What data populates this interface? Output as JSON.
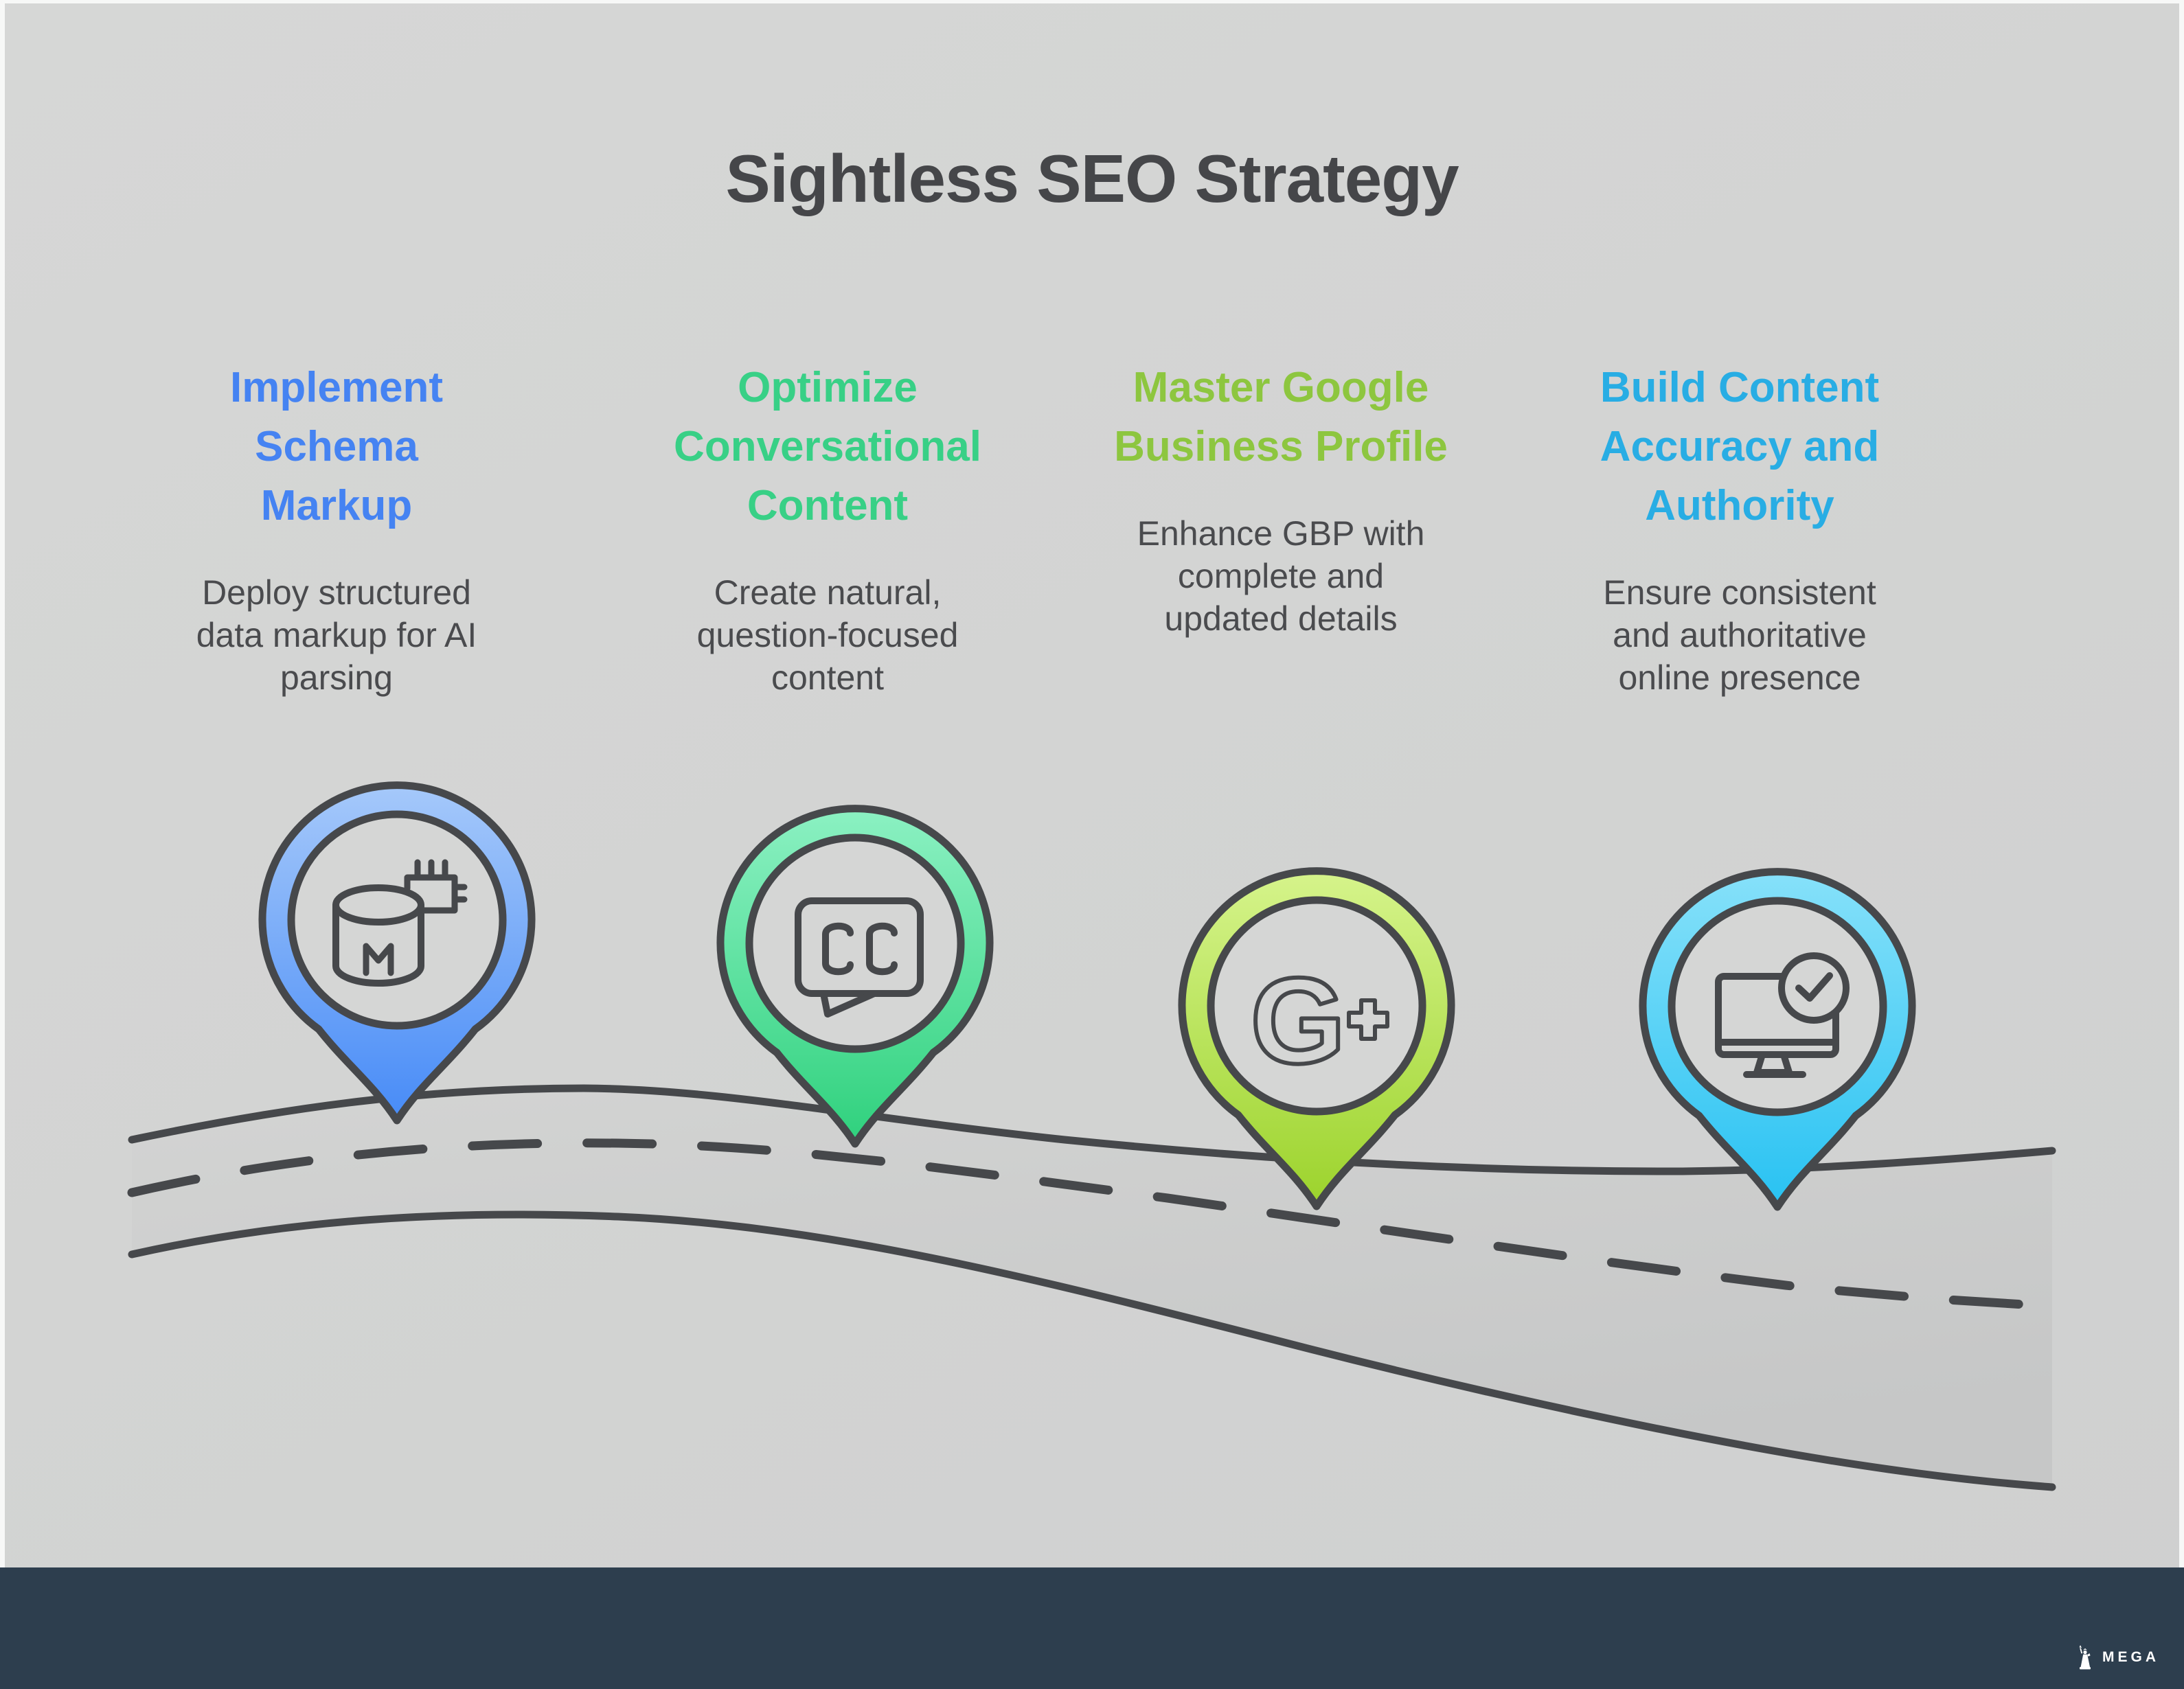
{
  "title": "Sightless SEO Strategy",
  "steps": [
    {
      "heading": "Implement Schema Markup",
      "description": "Deploy structured data markup for AI parsing",
      "accent": "#4583f2",
      "pin_gradient": {
        "top": "#a9cbfa",
        "bottom": "#478bf7"
      },
      "icon": "database-schema-icon",
      "icon_text": "M"
    },
    {
      "heading": "Optimize Conversational Content",
      "description": "Create natural, question-focused content",
      "accent": "#38d086",
      "pin_gradient": {
        "top": "#8ff2c5",
        "bottom": "#2fd17d"
      },
      "icon": "closed-captions-icon",
      "icon_text": "CC"
    },
    {
      "heading": "Master Google Business Profile",
      "description": "Enhance GBP with complete and updated details",
      "accent": "#8dc63f",
      "pin_gradient": {
        "top": "#d8f58f",
        "bottom": "#9cd32c"
      },
      "icon": "google-plus-icon",
      "icon_text": "G"
    },
    {
      "heading": "Build Content Accuracy and Authority",
      "description": "Ensure consistent and authoritative online presence",
      "accent": "#28ade4",
      "pin_gradient": {
        "top": "#8ae2fa",
        "bottom": "#28c2f2"
      },
      "icon": "monitor-check-icon",
      "icon_text": ""
    }
  ],
  "footer": {
    "brand": "MEGA"
  },
  "colors": {
    "background": "#d3d4d3",
    "outline": "#46484b",
    "body_text": "#4a4b4e",
    "title_text": "#454649",
    "footer_bg": "#2d3e4e",
    "pin_inner_fill": "#d5d6d5"
  }
}
